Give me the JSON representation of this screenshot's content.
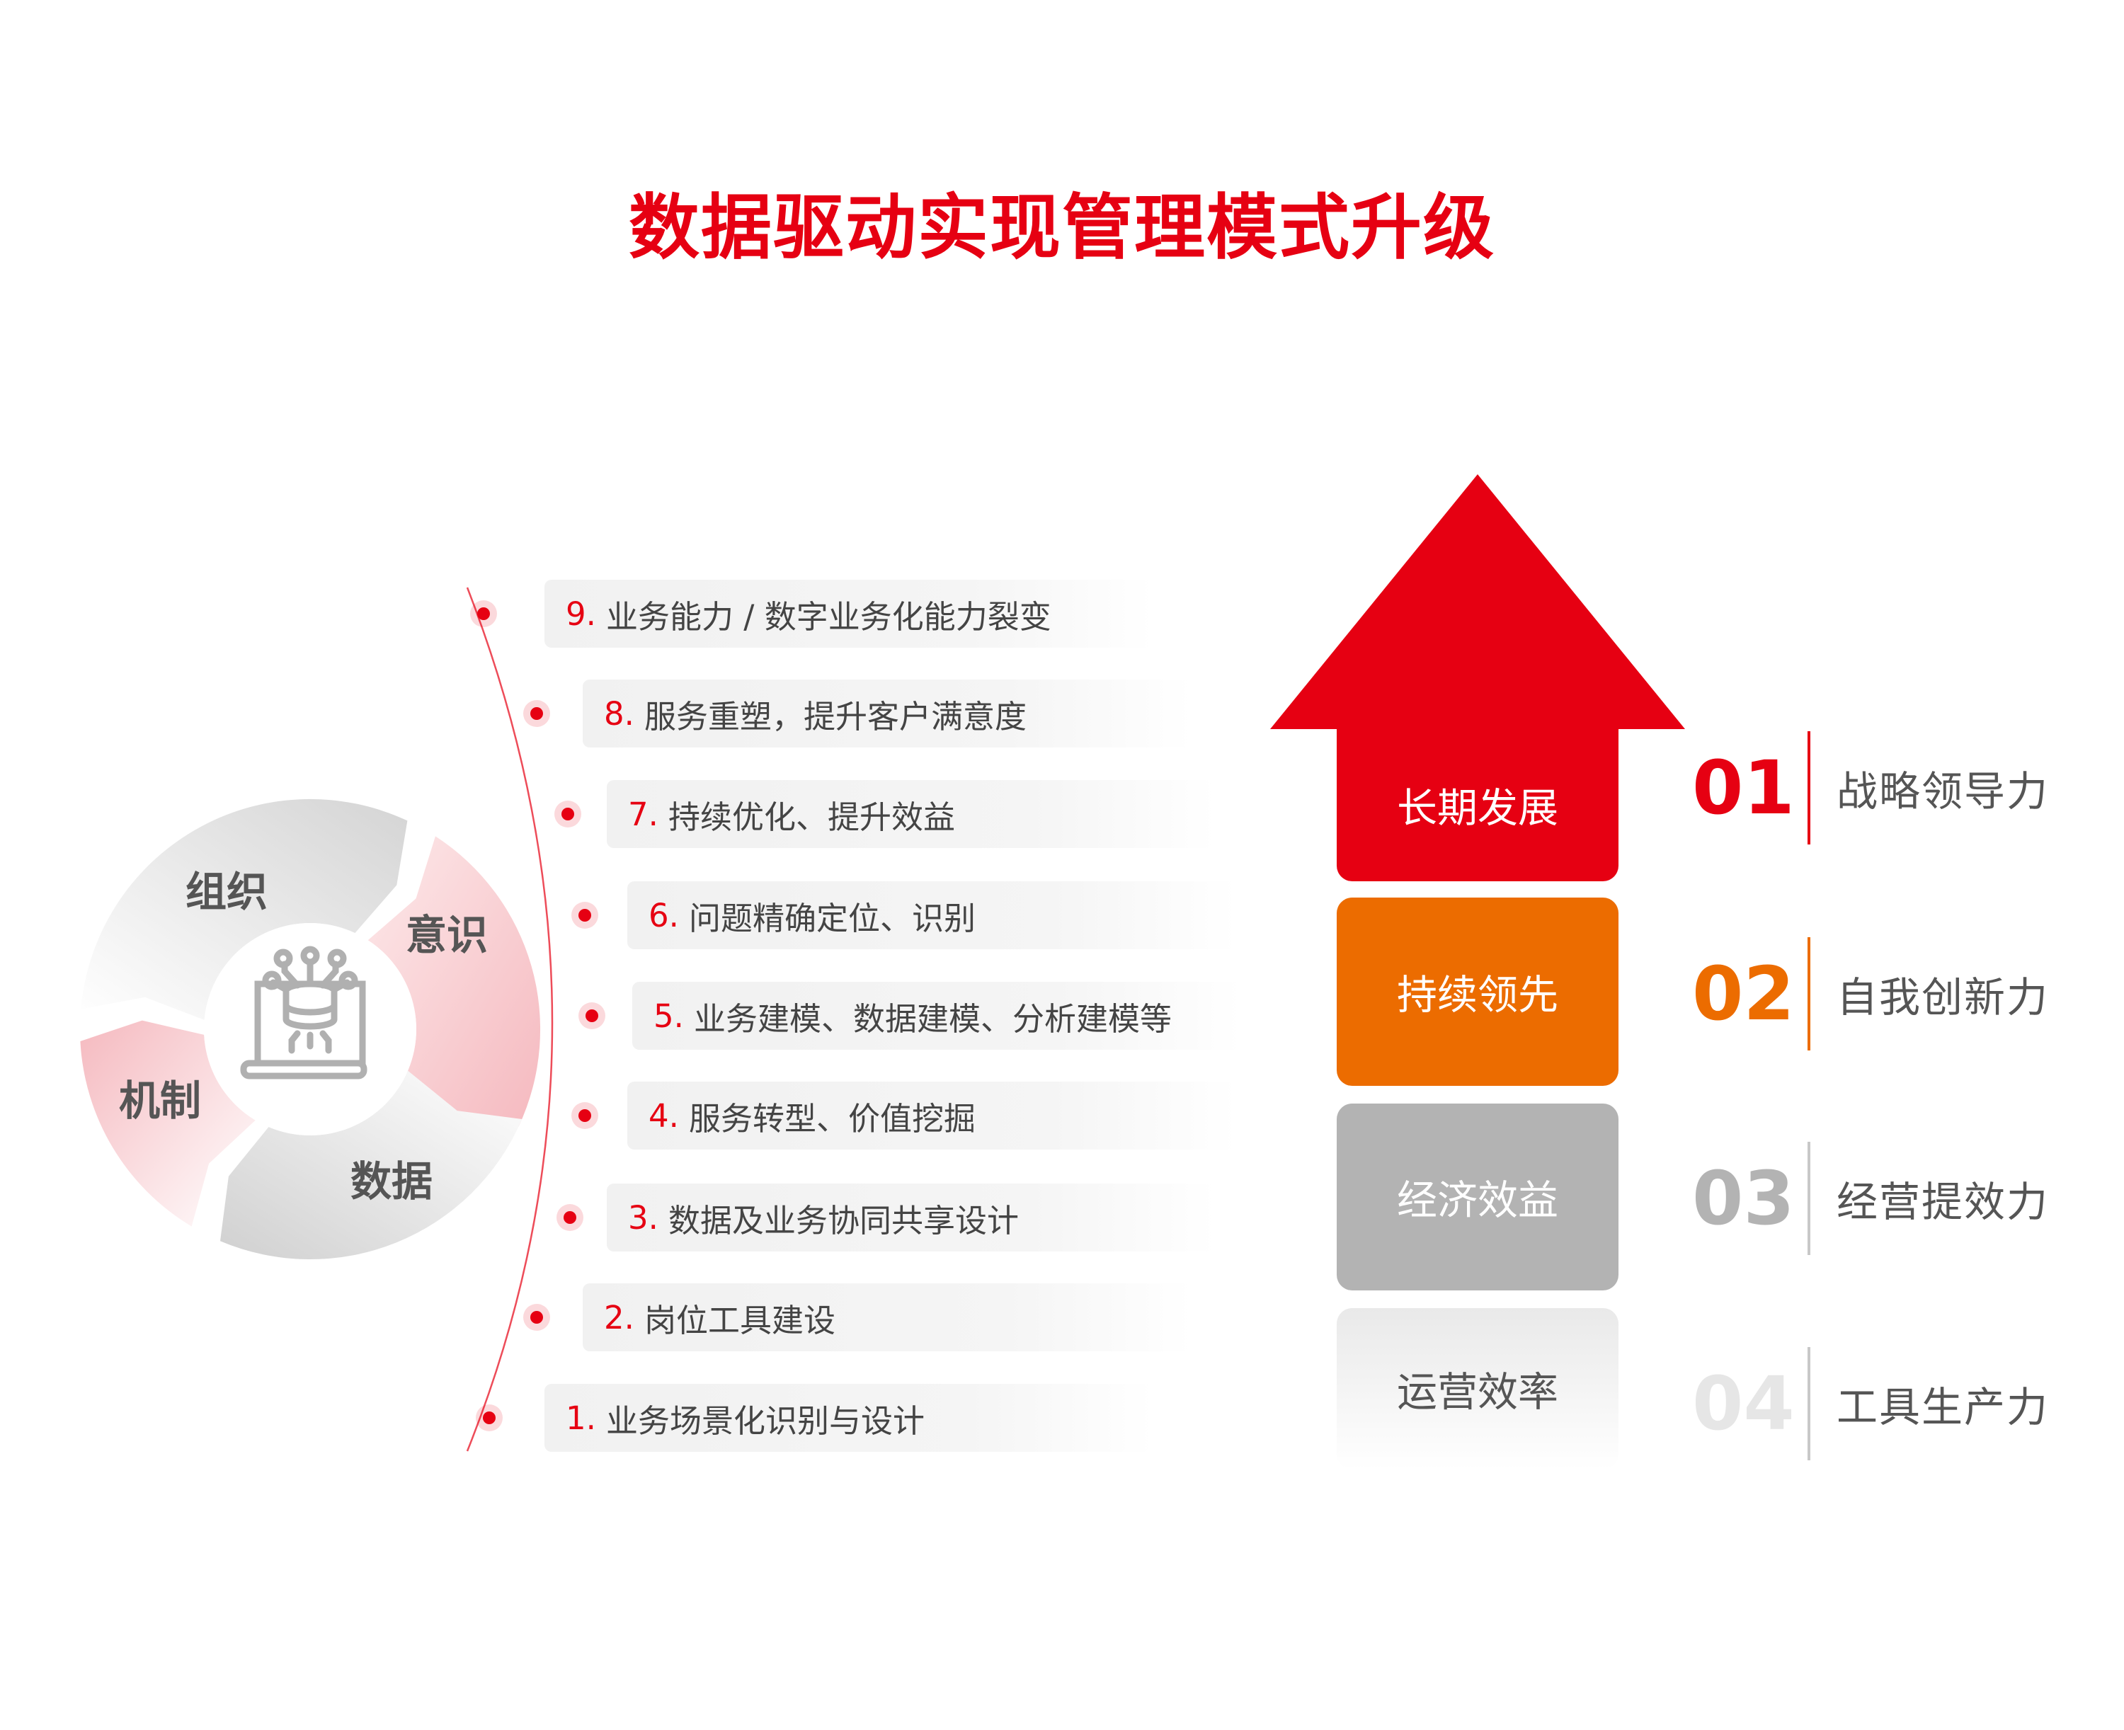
{
  "title": "数据驱动实现管理模式升级",
  "cycle": {
    "segments": [
      "组织",
      "意识",
      "数据",
      "机制"
    ],
    "center_icon": "laptop-database-icon"
  },
  "steps": [
    {
      "num": "9.",
      "text": "业务能力 / 数字业务化能力裂变"
    },
    {
      "num": "8.",
      "text": "服务重塑，提升客户满意度"
    },
    {
      "num": "7.",
      "text": "持续优化、提升效益"
    },
    {
      "num": "6.",
      "text": "问题精确定位、识别"
    },
    {
      "num": "5.",
      "text": "业务建模、数据建模、分析建模等"
    },
    {
      "num": "4.",
      "text": "服务转型、价值挖掘"
    },
    {
      "num": "3.",
      "text": "数据及业务协同共享设计"
    },
    {
      "num": "2.",
      "text": "岗位工具建设"
    },
    {
      "num": "1.",
      "text": "业务场景化识别与设计"
    }
  ],
  "levels": [
    {
      "box": "长期发展",
      "num": "01",
      "label": "战略领导力",
      "color": "#e60012"
    },
    {
      "box": "持续领先",
      "num": "02",
      "label": "自我创新力",
      "color": "#ec6c00"
    },
    {
      "box": "经济效益",
      "num": "03",
      "label": "经营提效力",
      "color": "#b3b3b3"
    },
    {
      "box": "运营效率",
      "num": "04",
      "label": "工具生产力",
      "color": "#e6e6e6"
    }
  ]
}
